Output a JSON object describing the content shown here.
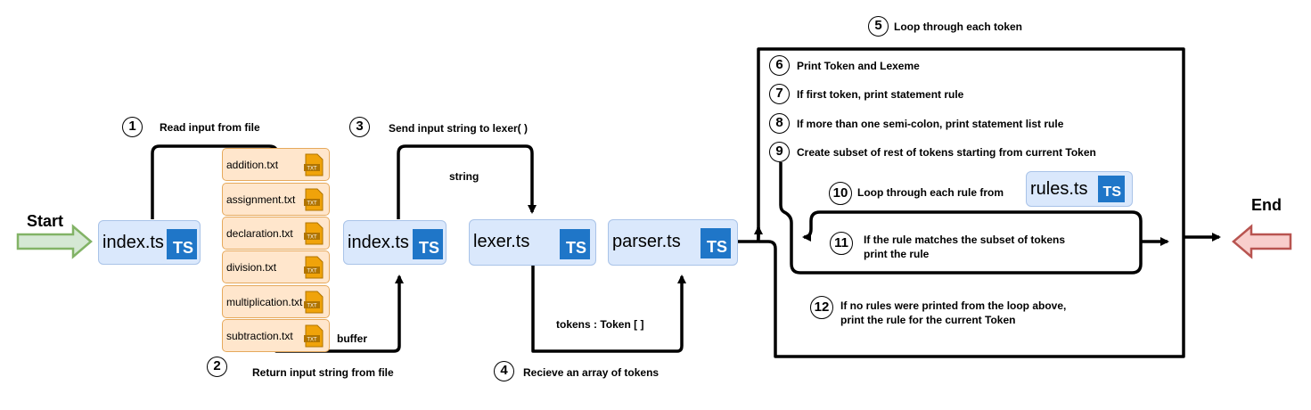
{
  "terminals": {
    "start": "Start",
    "end": "End"
  },
  "nodes": {
    "index_1": "index.ts",
    "index_2": "index.ts",
    "lexer": "lexer.ts",
    "parser": "parser.ts",
    "rules": "rules.ts"
  },
  "ts_badge": "TS",
  "files": [
    "addition.txt",
    "assignment.txt",
    "declaration.txt",
    "division.txt",
    "multiplication.txt",
    "subtraction.txt"
  ],
  "file_badge": "TXT",
  "steps": [
    {
      "num": "1",
      "text": "Read input from file"
    },
    {
      "num": "2",
      "text": "Return input string from file"
    },
    {
      "num": "3",
      "text": "Send input string to lexer( )"
    },
    {
      "num": "4",
      "text": "Recieve an array of tokens"
    },
    {
      "num": "5",
      "text": "Loop through each token"
    },
    {
      "num": "6",
      "text": "Print Token and Lexeme"
    },
    {
      "num": "7",
      "text": "If first token, print statement rule"
    },
    {
      "num": "8",
      "text": "If more than one semi-colon, print statement list rule"
    },
    {
      "num": "9",
      "text": "Create subset of rest of tokens starting from current Token"
    },
    {
      "num": "10",
      "text": "Loop through each rule from"
    },
    {
      "num": "11",
      "text": [
        "If the rule matches the subset of tokens",
        "print the rule"
      ]
    },
    {
      "num": "12",
      "text": [
        "If no rules were printed from the loop above,",
        "print the rule for the current Token"
      ]
    }
  ],
  "edge_labels": {
    "buffer": "buffer",
    "string": "string",
    "tokens": "tokens : Token [ ]"
  },
  "colors": {
    "node_fill": "#dae8fc",
    "node_stroke": "#a9c3e8",
    "ts_logo": "#1f76c8",
    "file_fill": "#ffe6cc",
    "file_stroke": "#e6a95c",
    "file_icon": "#f0a30a",
    "start_arrow_fill": "#d5e8d4",
    "start_arrow_stroke": "#82b366",
    "end_arrow_fill": "#f8cecc",
    "end_arrow_stroke": "#b85450"
  }
}
